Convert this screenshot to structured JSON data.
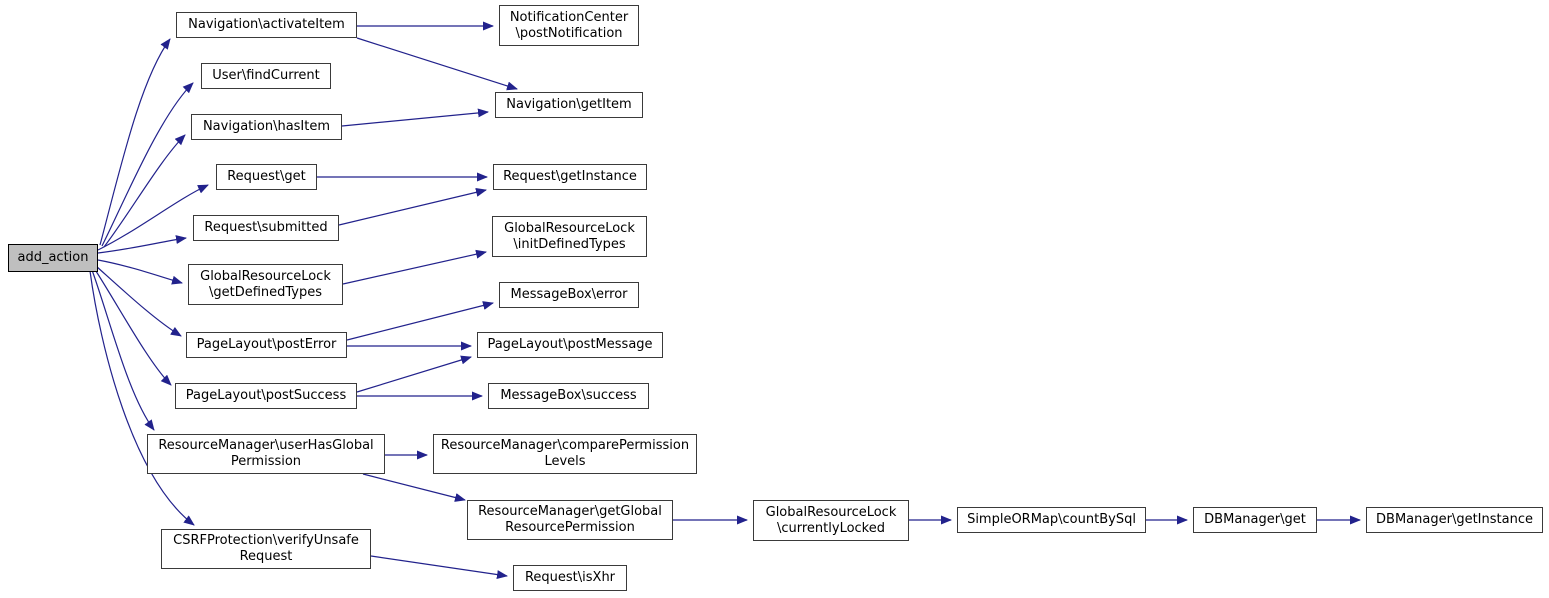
{
  "diagram": {
    "type": "call-graph",
    "edge_color": "#22228c",
    "node_border_color": "#3a3a3a",
    "highlight_fill": "#bfbfbf",
    "background": "#ffffff",
    "nodes": [
      {
        "id": "add_action",
        "label": "add_action",
        "highlighted": true
      },
      {
        "id": "navigation_activateItem",
        "label": "Navigation\\activateItem",
        "highlighted": false
      },
      {
        "id": "user_findCurrent",
        "label": "User\\findCurrent",
        "highlighted": false
      },
      {
        "id": "navigation_hasItem",
        "label": "Navigation\\hasItem",
        "highlighted": false
      },
      {
        "id": "request_get",
        "label": "Request\\get",
        "highlighted": false
      },
      {
        "id": "request_submitted",
        "label": "Request\\submitted",
        "highlighted": false
      },
      {
        "id": "grl_getDefinedTypes",
        "label": "GlobalResourceLock\n\\getDefinedTypes",
        "highlighted": false
      },
      {
        "id": "pagelayout_postError",
        "label": "PageLayout\\postError",
        "highlighted": false
      },
      {
        "id": "pagelayout_postSuccess",
        "label": "PageLayout\\postSuccess",
        "highlighted": false
      },
      {
        "id": "rm_userHasGlobalPermission",
        "label": "ResourceManager\\userHasGlobal\nPermission",
        "highlighted": false
      },
      {
        "id": "csrf_verifyUnsafeRequest",
        "label": "CSRFProtection\\verifyUnsafe\nRequest",
        "highlighted": false
      },
      {
        "id": "nc_postNotification",
        "label": "NotificationCenter\n\\postNotification",
        "highlighted": false
      },
      {
        "id": "navigation_getItem",
        "label": "Navigation\\getItem",
        "highlighted": false
      },
      {
        "id": "request_getInstance",
        "label": "Request\\getInstance",
        "highlighted": false
      },
      {
        "id": "grl_initDefinedTypes",
        "label": "GlobalResourceLock\n\\initDefinedTypes",
        "highlighted": false
      },
      {
        "id": "messagebox_error",
        "label": "MessageBox\\error",
        "highlighted": false
      },
      {
        "id": "pagelayout_postMessage",
        "label": "PageLayout\\postMessage",
        "highlighted": false
      },
      {
        "id": "messagebox_success",
        "label": "MessageBox\\success",
        "highlighted": false
      },
      {
        "id": "rm_comparePermissionLevels",
        "label": "ResourceManager\\comparePermission\nLevels",
        "highlighted": false
      },
      {
        "id": "rm_getGlobalResourcePermission",
        "label": "ResourceManager\\getGlobal\nResourcePermission",
        "highlighted": false
      },
      {
        "id": "request_isXhr",
        "label": "Request\\isXhr",
        "highlighted": false
      },
      {
        "id": "grl_currentlyLocked",
        "label": "GlobalResourceLock\n\\currentlyLocked",
        "highlighted": false
      },
      {
        "id": "simpleormap_countBySql",
        "label": "SimpleORMap\\countBySql",
        "highlighted": false
      },
      {
        "id": "dbmanager_get",
        "label": "DBManager\\get",
        "highlighted": false
      },
      {
        "id": "dbmanager_getInstance",
        "label": "DBManager\\getInstance",
        "highlighted": false
      }
    ],
    "edges": [
      {
        "from": "add_action",
        "to": "navigation_activateItem"
      },
      {
        "from": "add_action",
        "to": "user_findCurrent"
      },
      {
        "from": "add_action",
        "to": "navigation_hasItem"
      },
      {
        "from": "add_action",
        "to": "request_get"
      },
      {
        "from": "add_action",
        "to": "request_submitted"
      },
      {
        "from": "add_action",
        "to": "grl_getDefinedTypes"
      },
      {
        "from": "add_action",
        "to": "pagelayout_postError"
      },
      {
        "from": "add_action",
        "to": "pagelayout_postSuccess"
      },
      {
        "from": "add_action",
        "to": "rm_userHasGlobalPermission"
      },
      {
        "from": "add_action",
        "to": "csrf_verifyUnsafeRequest"
      },
      {
        "from": "navigation_activateItem",
        "to": "nc_postNotification"
      },
      {
        "from": "navigation_activateItem",
        "to": "navigation_getItem"
      },
      {
        "from": "navigation_hasItem",
        "to": "navigation_getItem"
      },
      {
        "from": "request_get",
        "to": "request_getInstance"
      },
      {
        "from": "request_submitted",
        "to": "request_getInstance"
      },
      {
        "from": "grl_getDefinedTypes",
        "to": "grl_initDefinedTypes"
      },
      {
        "from": "pagelayout_postError",
        "to": "messagebox_error"
      },
      {
        "from": "pagelayout_postError",
        "to": "pagelayout_postMessage"
      },
      {
        "from": "pagelayout_postSuccess",
        "to": "pagelayout_postMessage"
      },
      {
        "from": "pagelayout_postSuccess",
        "to": "messagebox_success"
      },
      {
        "from": "rm_userHasGlobalPermission",
        "to": "rm_comparePermissionLevels"
      },
      {
        "from": "rm_userHasGlobalPermission",
        "to": "rm_getGlobalResourcePermission"
      },
      {
        "from": "rm_getGlobalResourcePermission",
        "to": "grl_currentlyLocked"
      },
      {
        "from": "grl_currentlyLocked",
        "to": "simpleormap_countBySql"
      },
      {
        "from": "simpleormap_countBySql",
        "to": "dbmanager_get"
      },
      {
        "from": "dbmanager_get",
        "to": "dbmanager_getInstance"
      },
      {
        "from": "csrf_verifyUnsafeRequest",
        "to": "request_isXhr"
      }
    ]
  }
}
